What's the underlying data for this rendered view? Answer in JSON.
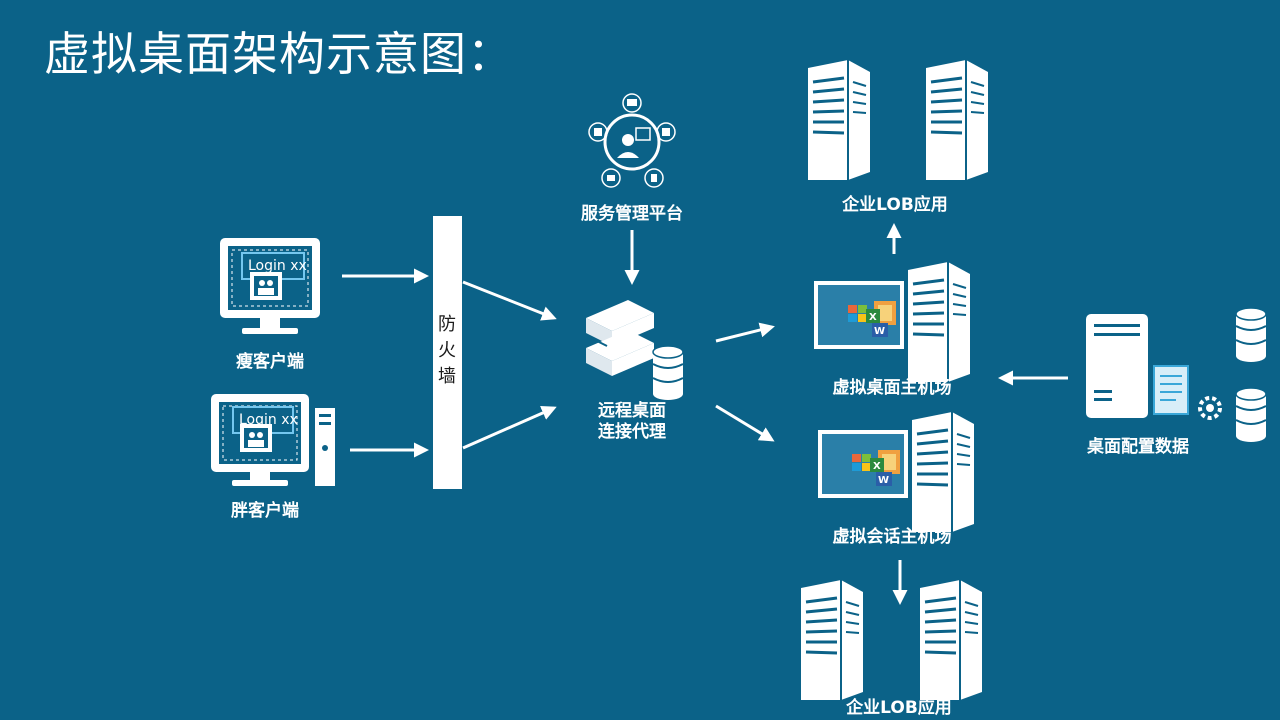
{
  "title": "虚拟桌面架构示意图：",
  "thin_client": {
    "label": "瘦客户端",
    "screen_text": "Login  xx"
  },
  "fat_client": {
    "label": "胖客户端",
    "screen_text": "Login  xx"
  },
  "firewall": {
    "chars": [
      "防",
      "火",
      "墙"
    ]
  },
  "service_platform": {
    "label": "服务管理平台"
  },
  "broker": {
    "label_line1": "远程桌面",
    "label_line2": "连接代理"
  },
  "lob_top": {
    "label": "企业LOB应用"
  },
  "lob_bottom": {
    "label": "企业LOB应用"
  },
  "vdi_farm": {
    "label": "虚拟桌面主机场"
  },
  "session_farm": {
    "label": "虚拟会话主机场"
  },
  "config_data": {
    "label": "桌面配置数据"
  },
  "colors": {
    "background": "#0b6288",
    "foreground": "#ffffff",
    "firewall_text": "#1b1b1b"
  }
}
